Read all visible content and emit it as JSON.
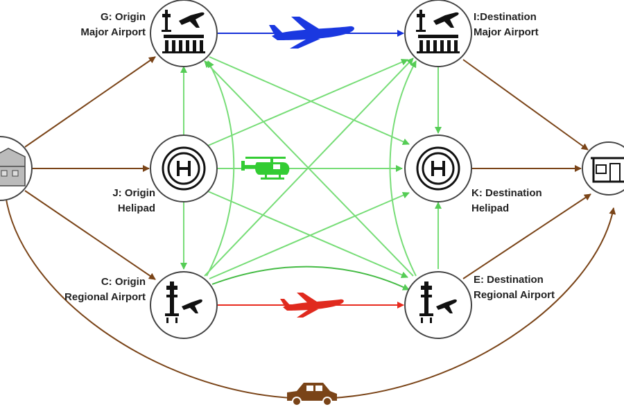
{
  "nodes": {
    "G": {
      "line1": "G: Origin",
      "line2": "Major Airport",
      "icon": "major-airport-icon"
    },
    "I": {
      "line1": "I:Destination",
      "line2": "Major Airport",
      "icon": "major-airport-icon"
    },
    "J": {
      "line1": "J: Origin",
      "line2": "Helipad",
      "icon": "helipad-icon"
    },
    "K": {
      "line1": "K: Destination",
      "line2": "Helipad",
      "icon": "helipad-icon"
    },
    "C": {
      "line1": "C: Origin",
      "line2": "Regional Airport",
      "icon": "regional-airport-icon"
    },
    "E": {
      "line1": "E: Destination",
      "line2": "Regional Airport",
      "icon": "regional-airport-icon"
    },
    "origin": {
      "icon": "factory-icon"
    },
    "destination": {
      "icon": "house-icon"
    }
  },
  "colors": {
    "road": "#7a4418",
    "heli": "#66dd66",
    "major_link": "#1530d8",
    "regional_link": "#e82a1e",
    "node_fill": "#ffffff",
    "node_stroke": "#444444"
  },
  "vehicles": [
    "blue-plane-icon",
    "green-helicopter-icon",
    "red-plane-icon",
    "car-icon"
  ]
}
